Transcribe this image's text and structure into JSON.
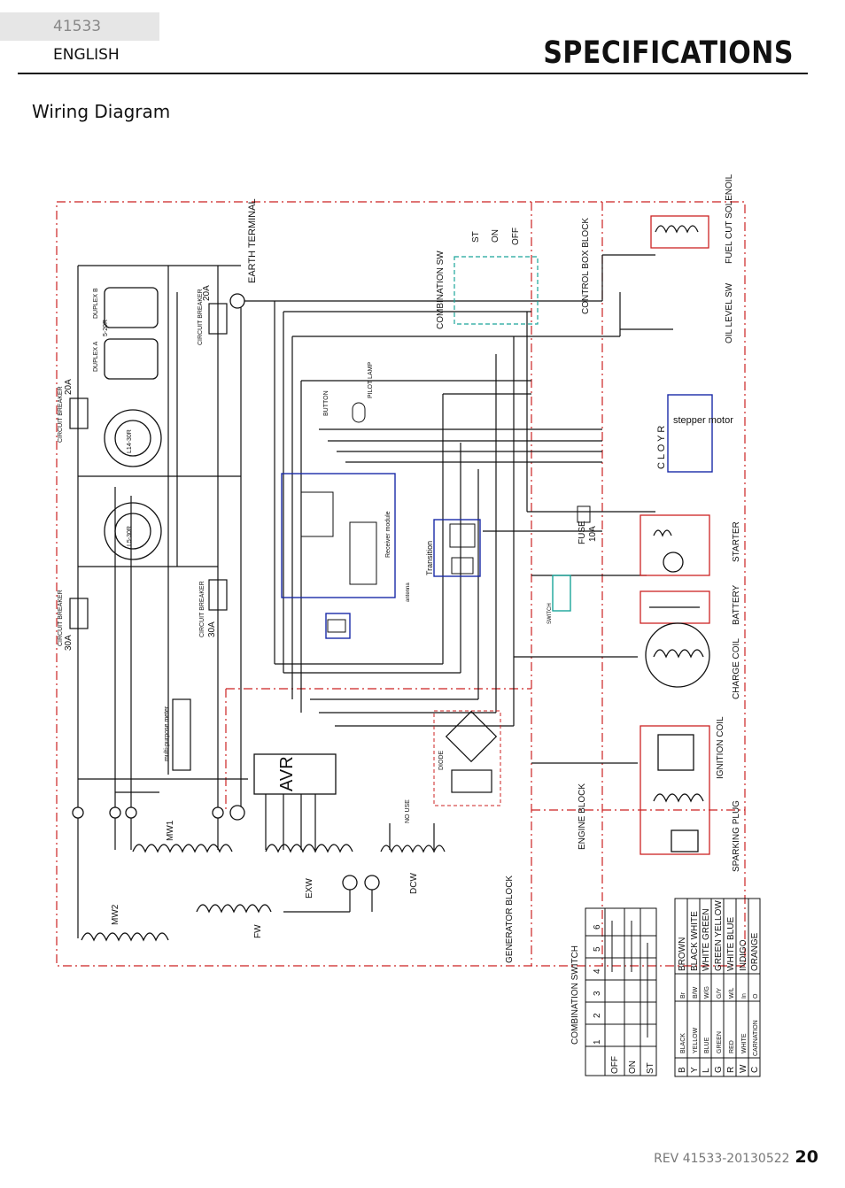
{
  "header": {
    "model": "41533",
    "language": "ENGLISH",
    "title": "SPECIFICATIONS"
  },
  "section_title": "Wiring Diagram",
  "footer": {
    "revision": "REV 41533-20130522",
    "page": "20"
  },
  "diagram": {
    "blocks": {
      "generator": "GENERATOR BLOCK",
      "engine": "ENGINE BLOCK",
      "control_box": "CONTROL BOX BLOCK"
    },
    "components": {
      "earth_terminal": "EARTH TERMINAL",
      "combination_sw": "COMBINATION SW",
      "fuel_cut_solenoil": "FUEL CUT SOLENOIL",
      "oil_level_sw": "OIL LEVEL SW",
      "stepper_motor": "stepper motor",
      "starter": "STARTER",
      "battery": "BATTERY",
      "charge_coil": "CHARGE COIL",
      "ignition_coil": "IGNITION COIL",
      "sparking_plug": "SPARKING PLUG",
      "avr": "AVR",
      "pilot_lamp": "PILOT LAMP",
      "button": "BUTTON",
      "receiver_module": "Receiver module",
      "transition": "Transition",
      "diode": "DIODE",
      "multimeter": "multi-purpose meter",
      "fuse": "FUSE",
      "fuse_rating": "10A",
      "switch": "SWITCH",
      "duplex_a": "DUPLEX A",
      "duplex_b": "DUPLEX B",
      "outlet_5_20r": "5-20R",
      "outlet_l14_30r": "L14-30R",
      "outlet_l5_30r": "L5-30R",
      "breaker_label": "CIRCUIT BREAKER",
      "breaker_20a": "20A",
      "breaker_30a": "30A",
      "mw1": "MW1",
      "mw2": "MW2",
      "exw": "EXW",
      "dcw": "DCW",
      "fw": "FW",
      "no_use": "NO USE",
      "antenna": "antenna",
      "cloyr": "C L O Y R",
      "sw_pos": [
        "ST",
        "ON",
        "OFF"
      ]
    },
    "combination_switch_table": {
      "title": "COMBINATION SWITCH",
      "columns": [
        "",
        "1",
        "2",
        "3",
        "4",
        "5",
        "6"
      ],
      "rows": [
        "OFF",
        "ON",
        "ST"
      ]
    },
    "color_legend": [
      [
        "B",
        "BLACK",
        "Br",
        "BROWN"
      ],
      [
        "Y",
        "YELLOW",
        "B/W",
        "BLACK WHITE"
      ],
      [
        "L",
        "BLUE",
        "W/G",
        "WHITE GREEN"
      ],
      [
        "G",
        "GREEN",
        "G/Y",
        "GREEN YELLOW"
      ],
      [
        "R",
        "RED",
        "W/L",
        "WHITE BLUE"
      ],
      [
        "W",
        "WHITE",
        "In",
        "INDIGO"
      ],
      [
        "C",
        "CARNATION",
        "O",
        "ORANGE"
      ]
    ],
    "colors": {
      "frame": "#cc2222",
      "module_box": "#1a2aa8",
      "wire": "#111111",
      "switch": "#1aa59a"
    }
  }
}
